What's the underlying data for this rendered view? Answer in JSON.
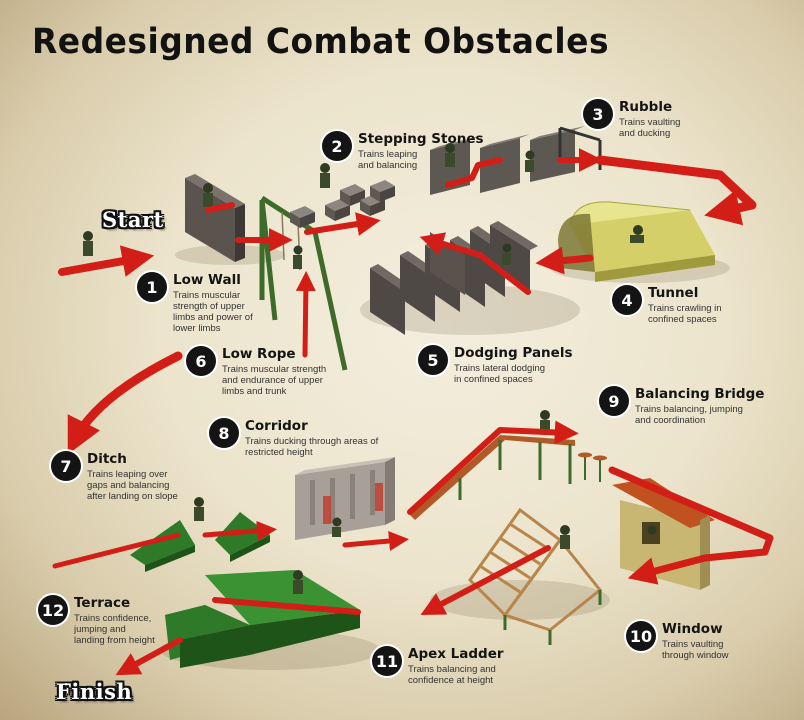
{
  "title": "Redesigned Combat Obstacles",
  "start_label": "Start",
  "finish_label": "Finish",
  "colors": {
    "arrow": "#d21e16",
    "wood": "#a85b2d",
    "panel": "#4b4541",
    "green_ramp": "#2f7a2a",
    "tunnel": "#c7c25a",
    "badge": "#141414"
  },
  "obstacles": [
    {
      "number": "1",
      "name": "Low Wall",
      "description": "Trains muscular\nstrength of upper\nlimbs and power of\nlower limbs"
    },
    {
      "number": "2",
      "name": "Stepping Stones",
      "description": "Trains leaping\nand balancing"
    },
    {
      "number": "3",
      "name": "Rubble",
      "description": "Trains vaulting\nand ducking"
    },
    {
      "number": "4",
      "name": "Tunnel",
      "description": "Trains crawling in\nconfined spaces"
    },
    {
      "number": "5",
      "name": "Dodging Panels",
      "description": "Trains lateral dodging\nin confined spaces"
    },
    {
      "number": "6",
      "name": "Low Rope",
      "description": "Trains muscular strength\nand endurance of upper\nlimbs and trunk"
    },
    {
      "number": "7",
      "name": "Ditch",
      "description": "Trains leaping over\ngaps and balancing\nafter landing on slope"
    },
    {
      "number": "8",
      "name": "Corridor",
      "description": "Trains ducking through areas of\nrestricted height"
    },
    {
      "number": "9",
      "name": "Balancing Bridge",
      "description": "Trains balancing, jumping\nand coordination"
    },
    {
      "number": "10",
      "name": "Window",
      "description": "Trains vaulting\nthrough window"
    },
    {
      "number": "11",
      "name": "Apex Ladder",
      "description": "Trains balancing and\nconfidence at height"
    },
    {
      "number": "12",
      "name": "Terrace",
      "description": "Trains confidence,\njumping and\nlanding from height"
    }
  ]
}
